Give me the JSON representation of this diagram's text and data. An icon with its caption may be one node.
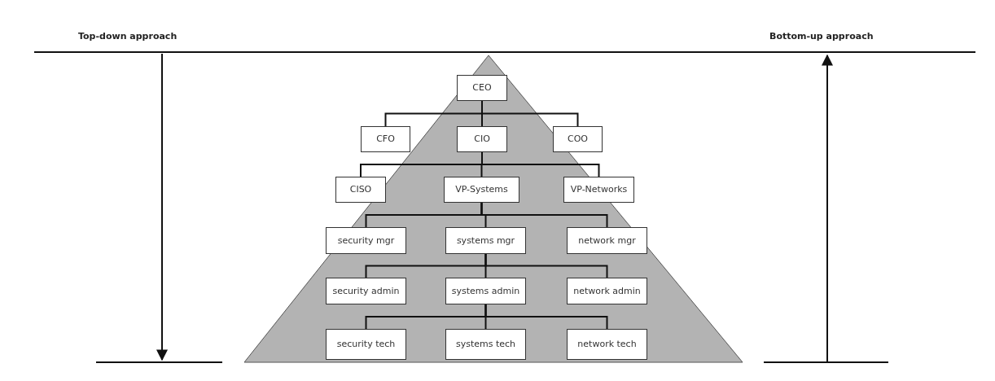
{
  "diagram": {
    "nodes": [
      {
        "text": [
          "CEO"
        ]
      },
      {
        "text": [
          "CFO"
        ]
      },
      {
        "text": [
          "CIO"
        ]
      },
      {
        "text": [
          "COO"
        ]
      },
      {
        "text": [
          "CISO"
        ]
      },
      {
        "text": [
          "VP-Systems"
        ]
      },
      {
        "text": [
          "VP-Networks"
        ]
      },
      {
        "text": [
          "security mgr"
        ]
      },
      {
        "text": [
          "systems mgr"
        ]
      },
      {
        "text": [
          "network mgr"
        ]
      },
      {
        "text": [
          "security admin"
        ]
      },
      {
        "text": [
          "systems admin"
        ]
      },
      {
        "text": [
          "network admin"
        ]
      },
      {
        "text": [
          "security tech"
        ]
      },
      {
        "text": [
          "systems tech"
        ]
      },
      {
        "text": [
          "network tech"
        ]
      }
    ],
    "edges": [
      {
        "from": 0,
        "to": 1,
        "arrow": "none"
      },
      {
        "from": 0,
        "to": 2,
        "arrow": "none"
      },
      {
        "from": 0,
        "to": 3,
        "arrow": "none"
      },
      {
        "from": 2,
        "to": 4,
        "arrow": "none"
      },
      {
        "from": 2,
        "to": 5,
        "arrow": "none"
      },
      {
        "from": 2,
        "to": 6,
        "arrow": "none"
      },
      {
        "from": 5,
        "to": 7,
        "arrow": "none"
      },
      {
        "from": 5,
        "to": 8,
        "arrow": "none"
      },
      {
        "from": 5,
        "to": 9,
        "arrow": "none"
      },
      {
        "from": 8,
        "to": 10,
        "arrow": "none"
      },
      {
        "from": 8,
        "to": 11,
        "arrow": "none"
      },
      {
        "from": 8,
        "to": 12,
        "arrow": "none"
      },
      {
        "from": 11,
        "to": 13,
        "arrow": "none"
      },
      {
        "from": 11,
        "to": 14,
        "arrow": "none"
      },
      {
        "from": 11,
        "to": 15,
        "arrow": "none"
      }
    ],
    "labels": [
      "Top-down approach",
      "Bottom-up approach"
    ]
  }
}
